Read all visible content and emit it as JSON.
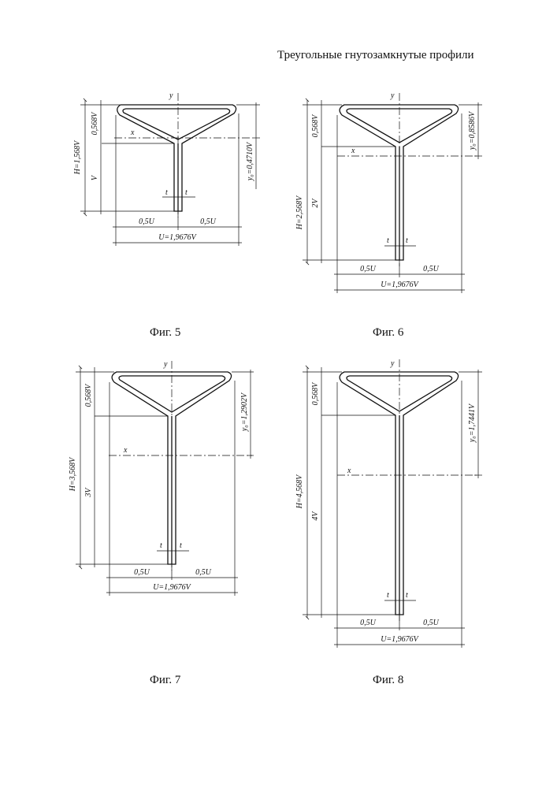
{
  "page_title": "Треугольные гнутозамкнутые профили",
  "figures": [
    {
      "caption": "Фиг. 5",
      "dims": {
        "h_total": "H=1,568V",
        "h_top": "0,568V",
        "h_web": "V",
        "yc": "y₀=0,4710V",
        "half_left": "0,5U",
        "half_right": "0,5U",
        "width": "U=1,9676V",
        "axis_y": "y",
        "axis_x": "x",
        "t_left": "t",
        "t_right": "t"
      }
    },
    {
      "caption": "Фиг. 6",
      "dims": {
        "h_total": "H=2,568V",
        "h_top": "0,568V",
        "h_web": "2V",
        "yc": "y₀=0,8586V",
        "half_left": "0,5U",
        "half_right": "0,5U",
        "width": "U=1,9676V",
        "axis_y": "y",
        "axis_x": "x",
        "t_left": "t",
        "t_right": "t"
      }
    },
    {
      "caption": "Фиг. 7",
      "dims": {
        "h_total": "H=3,568V",
        "h_top": "0,568V",
        "h_web": "3V",
        "yc": "y₀=1,2902V",
        "half_left": "0,5U",
        "half_right": "0,5U",
        "width": "U=1,9676V",
        "axis_y": "y",
        "axis_x": "x",
        "t_left": "t",
        "t_right": "t"
      }
    },
    {
      "caption": "Фиг. 8",
      "dims": {
        "h_total": "H=4,568V",
        "h_top": "0,568V",
        "h_web": "4V",
        "yc": "y₀=1,7441V",
        "half_left": "0,5U",
        "half_right": "0,5U",
        "width": "U=1,9676V",
        "axis_y": "y",
        "axis_x": "x",
        "t_left": "t",
        "t_right": "t"
      }
    }
  ]
}
